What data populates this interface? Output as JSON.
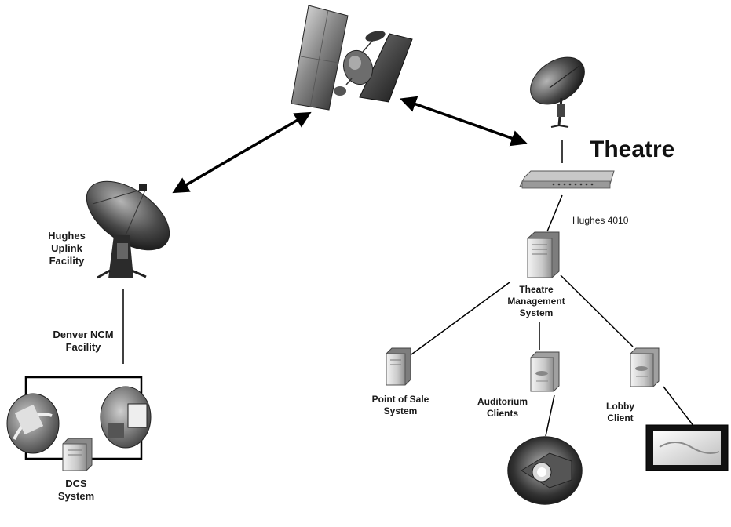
{
  "theatre_title": "Theatre",
  "labels": {
    "hughes_uplink": "Hughes\nUplink\nFacility",
    "denver_ncm": "Denver NCM\nFacility",
    "dcs_system": "DCS\nSystem",
    "hughes_4010": "Hughes 4010",
    "theatre_management": "Theatre\nManagement\nSystem",
    "point_of_sale": "Point of Sale\nSystem",
    "auditorium_clients": "Auditorium\nClients",
    "lobby_client": "Lobby\nClient"
  },
  "icons": {
    "satellite": "satellite-icon",
    "uplink_dish": "uplink-dish-icon",
    "theatre_dish": "theatre-dish-icon",
    "modem": "hughes-4010-modem-icon",
    "tms_server": "tms-server-icon",
    "pos_server": "pos-server-icon",
    "auditorium_server": "auditorium-client-server-icon",
    "lobby_server": "lobby-client-server-icon",
    "dcs_server": "dcs-server-icon",
    "projector": "projector-icon",
    "lobby_display": "lobby-display-icon",
    "office_photo_left": "office-photo-left-icon",
    "office_photo_right": "office-photo-right-icon"
  }
}
